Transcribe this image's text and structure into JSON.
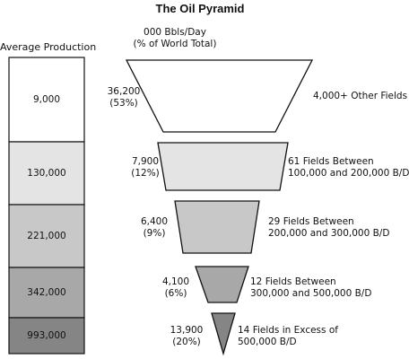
{
  "title": "The Oil Pyramid",
  "column_header": "Average Production",
  "units": {
    "line1": "000 Bbls/Day",
    "line2": "(% of World Total)"
  },
  "tiers": [
    {
      "production": "9,000",
      "volume": "36,200",
      "share": "(53%)",
      "desc1": "4,000+ Other Fields",
      "desc2": "",
      "color": "#ffffff"
    },
    {
      "production": "130,000",
      "volume": "7,900",
      "share": "(12%)",
      "desc1": "61 Fields Between",
      "desc2": "100,000 and 200,000 B/D",
      "color": "#e4e4e4"
    },
    {
      "production": "221,000",
      "volume": "6,400",
      "share": "(9%)",
      "desc1": "29 Fields Between",
      "desc2": "200,000 and 300,000 B/D",
      "color": "#c8c8c8"
    },
    {
      "production": "342,000",
      "volume": "4,100",
      "share": "(6%)",
      "desc1": "12 Fields Between",
      "desc2": "300,000 and 500,000 B/D",
      "color": "#a8a8a8"
    },
    {
      "production": "993,000",
      "volume": "13,900",
      "share": "(20%)",
      "desc1": "14 Fields in Excess of",
      "desc2": "500,000 B/D",
      "color": "#858585"
    }
  ]
}
